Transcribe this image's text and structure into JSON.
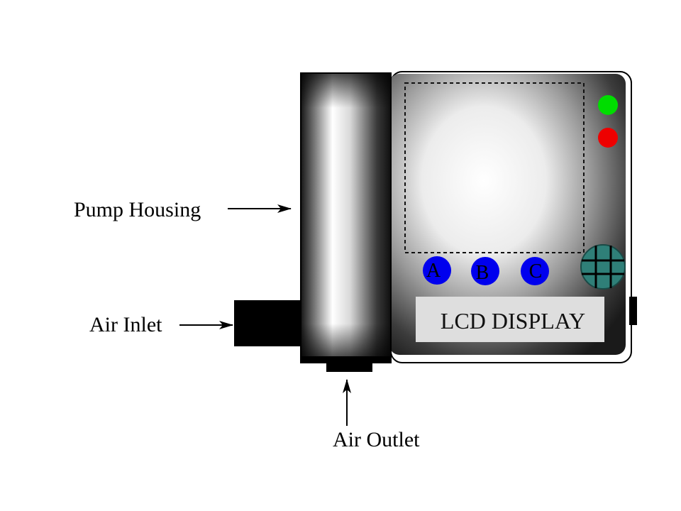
{
  "labels": {
    "pump_housing": "Pump Housing",
    "air_inlet": "Air Inlet",
    "air_outlet": "Air Outlet"
  },
  "buttons": [
    {
      "letter": "A"
    },
    {
      "letter": "B"
    },
    {
      "letter": "C"
    }
  ],
  "lcd": {
    "text": "LCD DISPLAY"
  },
  "indicators": {
    "top_color": "#00dd00",
    "bottom_color": "#ee0000"
  },
  "colors": {
    "button_fill": "#0000ee",
    "grid_knob_fill": "#2f7f78",
    "lcd_background": "#dedede"
  },
  "icons": {
    "grid_knob": "hash-grid-icon"
  }
}
